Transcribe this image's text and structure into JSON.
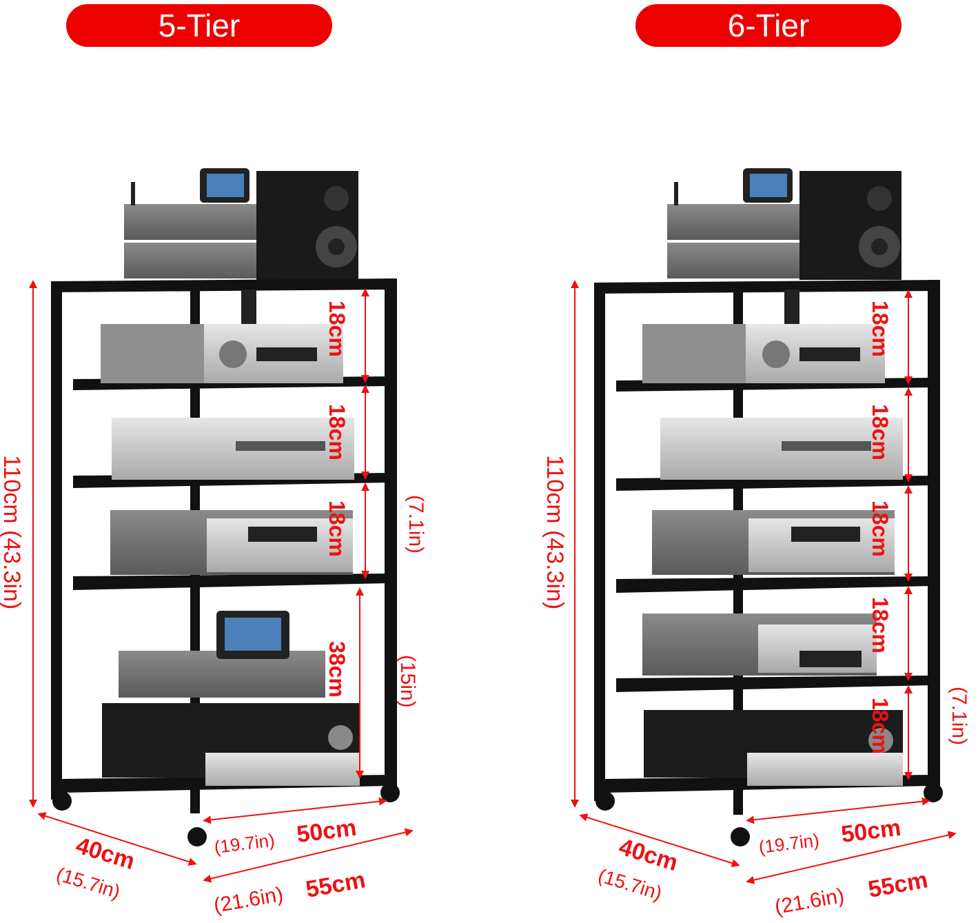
{
  "left": {
    "tier_label": "5-Tier",
    "height": "110cm (43.3in)",
    "shelf_heights": [
      "18cm",
      "18cm",
      "18cm",
      "38cm"
    ],
    "side_in_a": "(7.1in)",
    "side_in_b": "(15in)",
    "width_inner_in": "(19.7in)",
    "width_inner_cm": "50cm",
    "depth_cm": "40cm",
    "depth_in": "(15.7in)",
    "width_outer_in": "(21.6in)",
    "width_outer_cm": "55cm"
  },
  "right": {
    "tier_label": "6-Tier",
    "height": "110cm (43.3in)",
    "shelf_heights": [
      "18cm",
      "18cm",
      "18cm",
      "18cm",
      "18cm"
    ],
    "side_in_a": "(7.1in)",
    "width_inner_in": "(19.7in)",
    "width_inner_cm": "50cm",
    "depth_cm": "40cm",
    "depth_in": "(15.7in)",
    "width_outer_in": "(21.6in)",
    "width_outer_cm": "55cm"
  }
}
